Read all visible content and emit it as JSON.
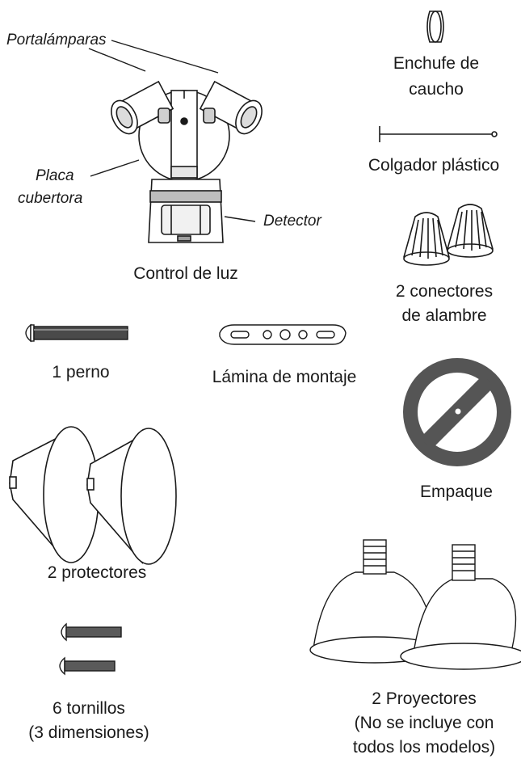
{
  "callouts": {
    "portalamparas": "Portalámparas",
    "placa_1": "Placa",
    "placa_2": "cubertora",
    "detector": "Detector"
  },
  "labels": {
    "control_de_luz": "Control de luz",
    "enchufe_1": "Enchufe de",
    "enchufe_2": "caucho",
    "colgador": "Colgador plástico",
    "conectores_1": "2 conectores",
    "conectores_2": "de alambre",
    "perno": "1 perno",
    "lamina": "Lámina de montaje",
    "empaque": "Empaque",
    "protectores": "2 protectores",
    "tornillos_1": "6 tornillos",
    "tornillos_2": "(3 dimensiones)",
    "proyectores_1": "2 Proyectores",
    "proyectores_2": "(No se incluye con",
    "proyectores_3": "todos los modelos)"
  }
}
